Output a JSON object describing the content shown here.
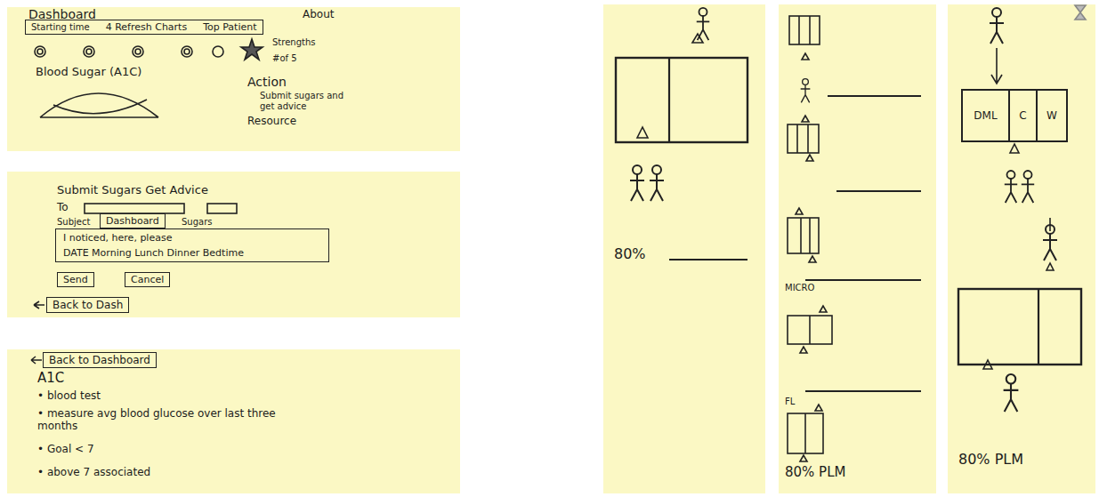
{
  "diagram": {
    "nodes": [
      {
        "text": [
          "Dashboard",
          "About",
          "Blood Sugar (A1C)",
          "Strengths",
          "#of 5",
          "Action",
          "Submit sugars and get advice",
          "Resource"
        ]
      },
      {
        "text": [
          "Starting time",
          "4 Refresh Charts",
          "Top Patient"
        ],
        "in": 0
      },
      {
        "text": [
          "Submit Sugars Get Advice",
          "To",
          "Subject",
          "Sugars"
        ]
      },
      {
        "text": [
          "Dashboard"
        ],
        "in": 2
      },
      {
        "text": [
          "I noticed, here, please",
          "DATE Morning Lunch Dinner Bedtime"
        ],
        "in": 2
      },
      {
        "text": [
          "Send"
        ],
        "in": 2
      },
      {
        "text": [
          "Cancel"
        ],
        "in": 2
      },
      {
        "text": [
          "Back to Dash"
        ],
        "in": 2
      },
      {
        "text": [
          "A1C",
          "• blood test",
          "• measure avg blood glucose over last three months",
          "• Goal < 7",
          "• above 7 associated"
        ]
      },
      {
        "text": [
          "Back to Dashboard"
        ],
        "in": 8
      },
      {
        "text": [
          "80%"
        ]
      },
      {
        "text": [
          "MICRO",
          "FL",
          "80% PLM"
        ]
      },
      {
        "text": [
          "80% PLM"
        ]
      },
      {
        "text": [
          "DML",
          "C",
          "W"
        ],
        "in": 12
      }
    ]
  }
}
